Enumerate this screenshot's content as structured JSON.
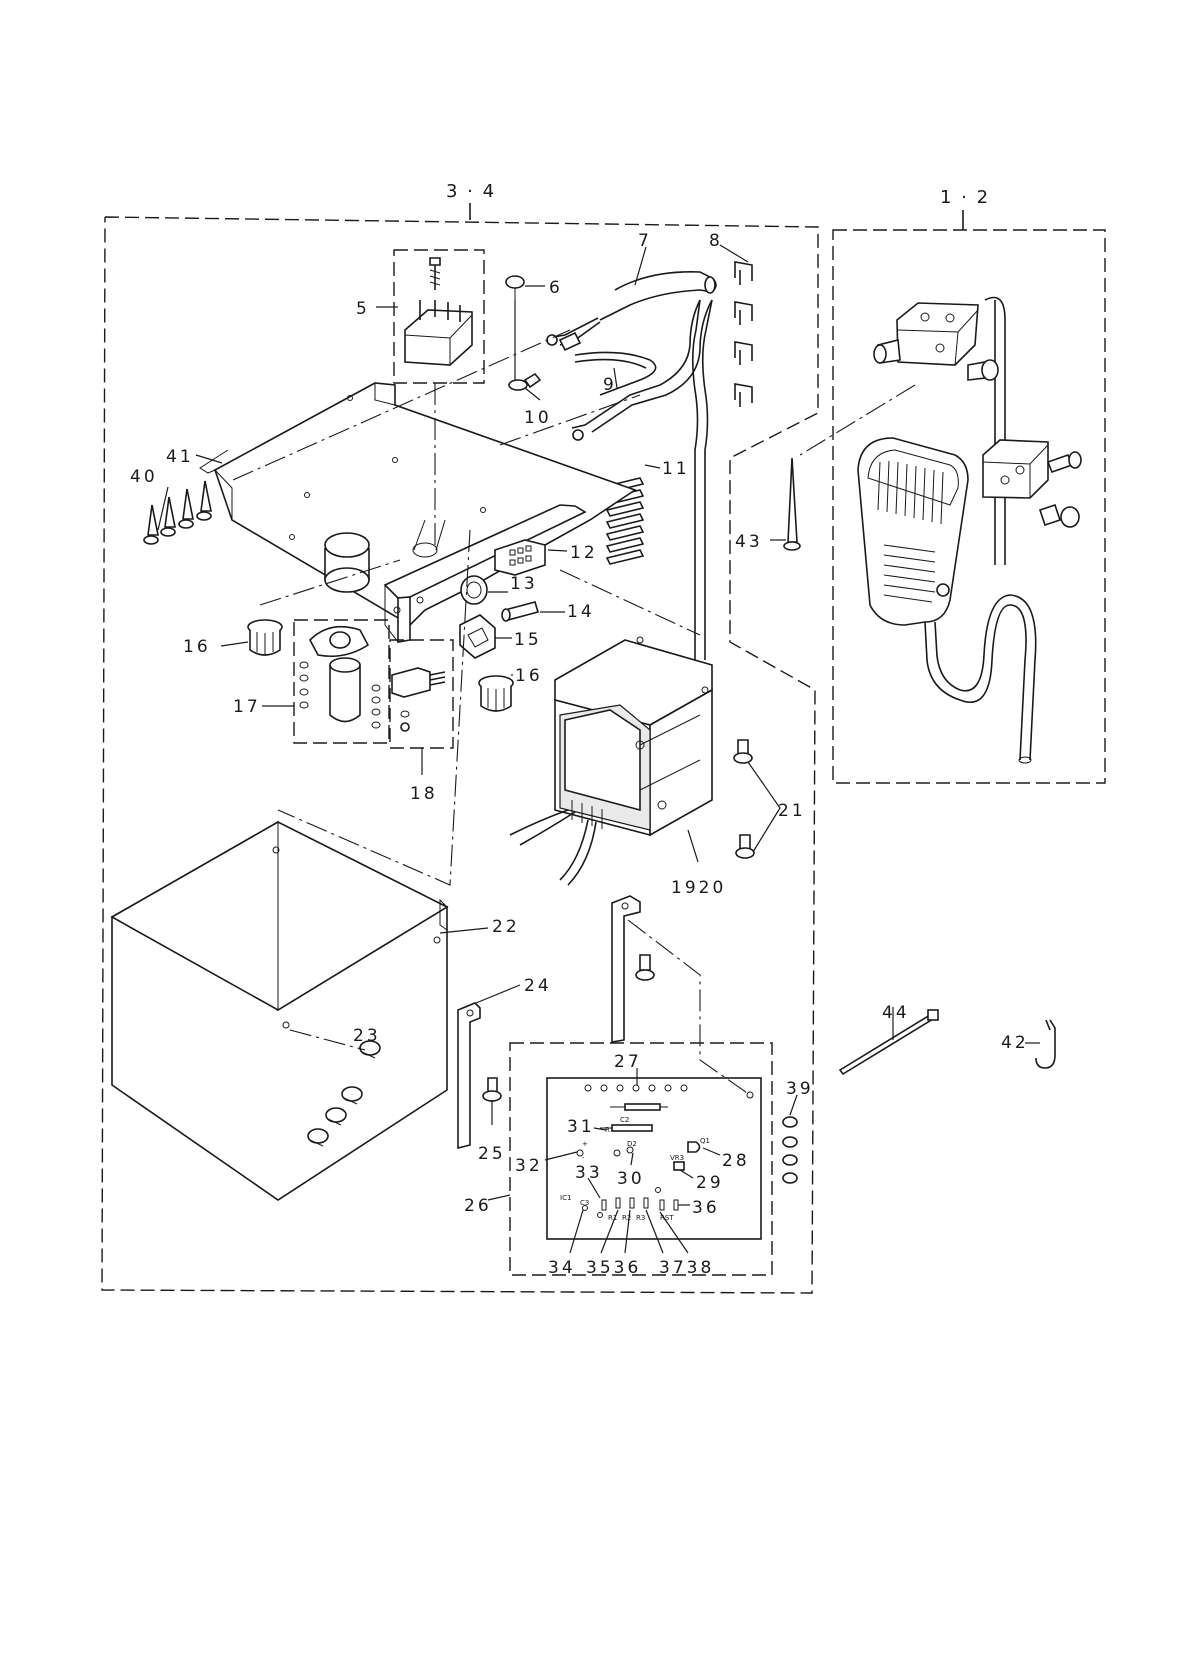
{
  "groups": {
    "control_box": "3 · 4",
    "pedal": "1 · 2"
  },
  "labels": {
    "p5": "5",
    "p6": "6",
    "p7": "7",
    "p8": "8",
    "p9": "9",
    "p10": "10",
    "p11": "11",
    "p12": "12",
    "p13": "13",
    "p14": "14",
    "p15": "15",
    "p16a": "16",
    "p16b": "16",
    "p17": "17",
    "p18": "18",
    "p1920": "1920",
    "p21": "21",
    "p22": "22",
    "p23": "23",
    "p24": "24",
    "p25": "25",
    "p26": "26",
    "p27": "27",
    "p28": "28",
    "p29": "29",
    "p30": "30",
    "p31": "31",
    "p32": "32",
    "p33": "33",
    "p34": "34",
    "p3536": "3536",
    "p36": "36",
    "p3738": "3738",
    "p39": "39",
    "p40": "40",
    "p41": "41",
    "p42": "42",
    "p43": "43",
    "p44": "44"
  },
  "board_marks": {
    "c2": "C2",
    "r": "R",
    "d2": "D2",
    "vr3": "VR3",
    "q1": "Q1",
    "plus": "+",
    "minus": "-",
    "c3": "C3",
    "r1": "R1",
    "r2": "R2",
    "r3": "R3",
    "rst": "RST",
    "ic1": "IC1"
  }
}
